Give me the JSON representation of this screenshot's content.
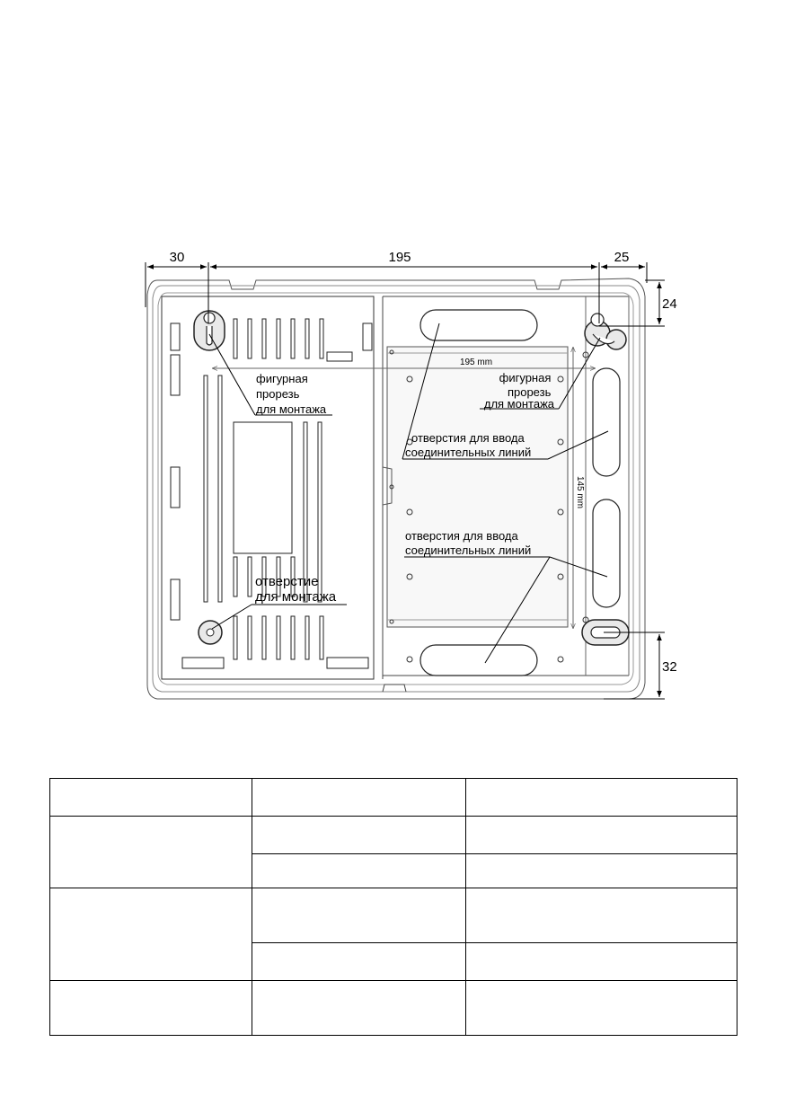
{
  "diagram": {
    "dimensions": {
      "left_offset": "30",
      "hole_spacing": "195",
      "right_offset": "25",
      "top_offset": "24",
      "bottom_offset": "32",
      "inner_width": "195 mm",
      "inner_height": "145 mm"
    },
    "labels": {
      "keyhole_left": [
        "фигурная",
        "прорезь",
        "для монтажа"
      ],
      "keyhole_right": [
        "фигурная",
        "прорезь",
        "для монтажа"
      ],
      "cable_entry_upper": [
        "отверстия для ввода",
        "соединительных линий"
      ],
      "cable_entry_lower": [
        "отверстия для ввода",
        "соединительных линий"
      ],
      "mount_hole": [
        "отверстие",
        "для монтажа"
      ]
    }
  },
  "table": {
    "rows": [
      [
        "",
        "",
        ""
      ],
      [
        "",
        "",
        ""
      ],
      [
        "",
        ""
      ],
      [
        "",
        "",
        ""
      ],
      [
        "",
        ""
      ],
      [
        "",
        "",
        ""
      ]
    ]
  }
}
